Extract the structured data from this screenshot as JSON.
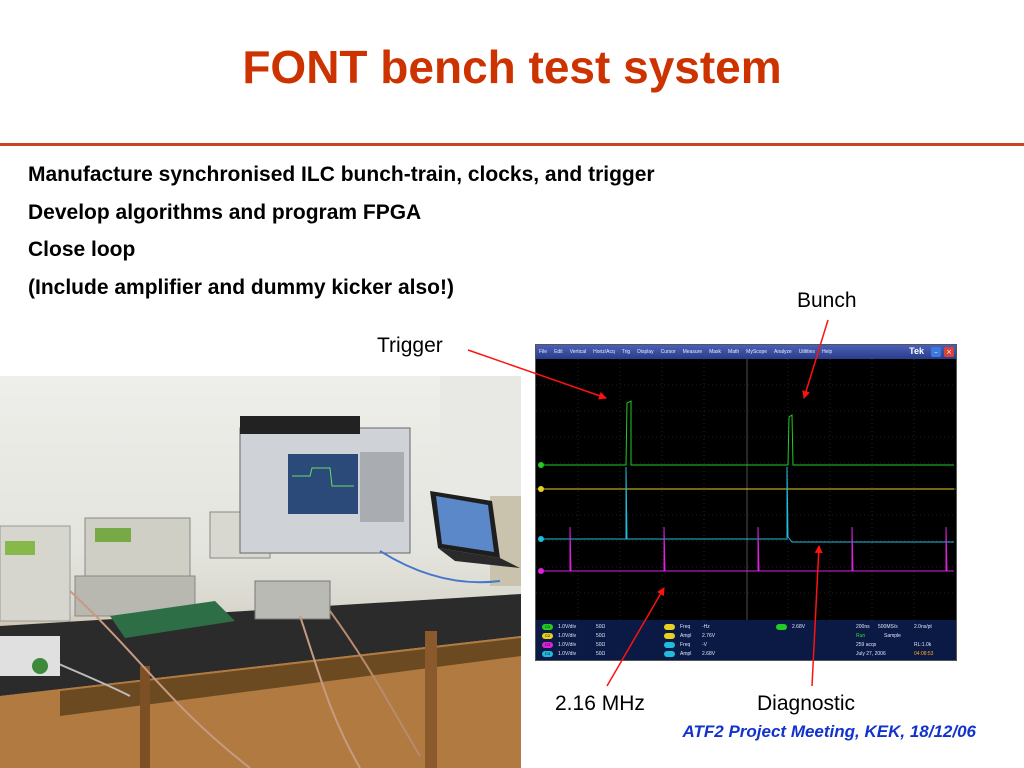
{
  "slide": {
    "title": "FONT bench test system",
    "bullets": [
      "Manufacture synchronised ILC bunch-train, clocks, and trigger",
      "Develop algorithms and program FPGA",
      "Close loop",
      "(Include amplifier and dummy kicker also!)"
    ],
    "footer": "ATF2 Project Meeting, KEK, 18/12/06"
  },
  "annotations": {
    "trigger": "Trigger",
    "bunch": "Bunch",
    "freq": "2.16 MHz",
    "diagnostic": "Diagnostic"
  },
  "colors": {
    "title": "#cc3300",
    "rule": "#cc4422",
    "footer": "#1133cc",
    "arrow": "#ff1111",
    "ch1": "#22cc22",
    "ch2": "#e8d020",
    "ch3": "#22bbdd",
    "ch4": "#dd22dd"
  },
  "scope": {
    "brand": "Tek",
    "menu": [
      "File",
      "Edit",
      "Vertical",
      "Horiz/Acq",
      "Trig",
      "Display",
      "Cursor",
      "Measure",
      "Mask",
      "Math",
      "MyScope",
      "Analyze",
      "Utilities",
      "Help"
    ],
    "channels": [
      {
        "id": "C1",
        "scale": "1.0V/div",
        "imp": "50Ω"
      },
      {
        "id": "C2",
        "scale": "1.0V/div",
        "imp": "50Ω"
      },
      {
        "id": "C3",
        "scale": "1.0V/div",
        "imp": "50Ω"
      },
      {
        "id": "C4",
        "scale": "1.0V/div",
        "imp": "50Ω"
      }
    ],
    "measurements": [
      {
        "label": "Freq",
        "value": "-Hz"
      },
      {
        "label": "Ampl",
        "value": "2.76V"
      },
      {
        "label": "Freq",
        "value": "-V"
      },
      {
        "label": "Ampl",
        "value": "2.68V"
      }
    ],
    "trigger_level": "2.68V",
    "timebase": "200ns",
    "sample_rate": "500MS/s",
    "point_spacing": "2.0ns/pt",
    "run_state": "Run",
    "mode": "Sample",
    "acqs": "259 acqs",
    "record_length": "RL:1.0k",
    "date": "July 27, 2006",
    "time": "04:08:53"
  }
}
